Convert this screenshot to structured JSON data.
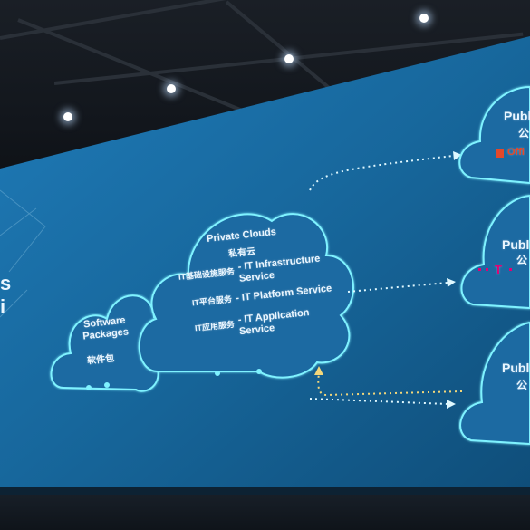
{
  "private_cloud": {
    "title": "Private Clouds",
    "title_cn": "私有云",
    "services": [
      {
        "cn": "IT基础设施服务",
        "en": "- IT Infrastructure Service"
      },
      {
        "cn": "IT平台服务",
        "en": "- IT Platform Service"
      },
      {
        "cn": "IT应用服务",
        "en": "- IT Application Service"
      }
    ]
  },
  "software_packages": {
    "title": "Software Packages",
    "title_cn": "软件包"
  },
  "public_clouds": [
    {
      "label": "Publ",
      "label_cn": "公",
      "logo": "Offi"
    },
    {
      "label": "Publ",
      "label_cn": "公",
      "logo": "T"
    },
    {
      "label": "Publ",
      "label_cn": "公"
    }
  ],
  "left_fragments": [
    "s",
    "i"
  ],
  "colors": {
    "screen_bg": "#1a6ea8",
    "cloud_stroke": "#7ff2ff",
    "arrow_white": "#dff8ff",
    "arrow_yellow": "#f3d77a",
    "office_red": "#e4482a",
    "telekom_magenta": "#e20074"
  }
}
